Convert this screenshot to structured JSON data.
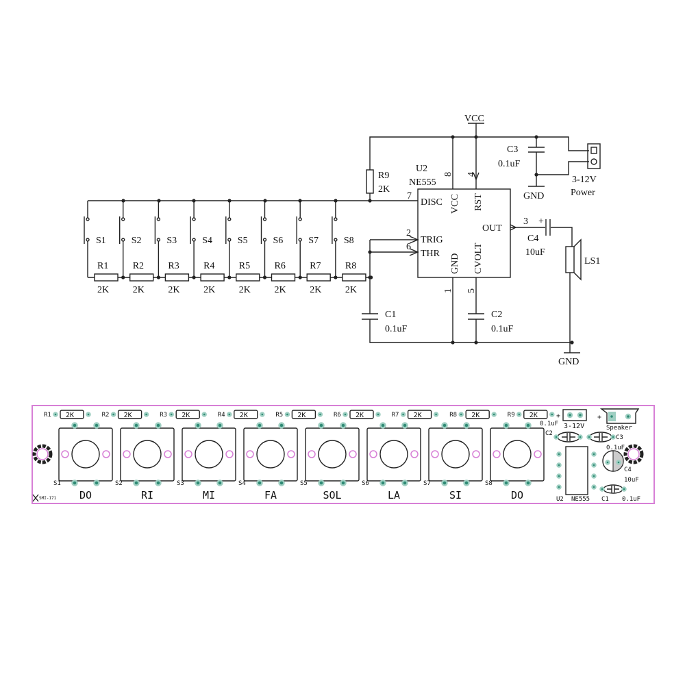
{
  "schematic": {
    "vcc_label": "VCC",
    "gnd_label": "GND",
    "switches": [
      "S1",
      "S2",
      "S3",
      "S4",
      "S5",
      "S6",
      "S7",
      "S8"
    ],
    "resistors": [
      {
        "ref": "R1",
        "value": "2K"
      },
      {
        "ref": "R2",
        "value": "2K"
      },
      {
        "ref": "R3",
        "value": "2K"
      },
      {
        "ref": "R4",
        "value": "2K"
      },
      {
        "ref": "R5",
        "value": "2K"
      },
      {
        "ref": "R6",
        "value": "2K"
      },
      {
        "ref": "R7",
        "value": "2K"
      },
      {
        "ref": "R8",
        "value": "2K"
      }
    ],
    "r9": {
      "ref": "R9",
      "value": "2K"
    },
    "ic": {
      "ref": "U2",
      "part": "NE555",
      "pins": {
        "disc": "DISC",
        "vcc": "VCC",
        "rst": "RST",
        "trig": "TRIG",
        "thr": "THR",
        "out": "OUT",
        "gnd": "GND",
        "cvolt": "CVOLT"
      },
      "pin_numbers": {
        "disc": "7",
        "vcc": "8",
        "rst": "4",
        "trig": "2",
        "thr": "6",
        "out": "3",
        "gnd": "1",
        "cvolt": "5"
      }
    },
    "c1": {
      "ref": "C1",
      "value": "0.1uF"
    },
    "c2": {
      "ref": "C2",
      "value": "0.1uF"
    },
    "c3": {
      "ref": "C3",
      "value": "0.1uF"
    },
    "c4": {
      "ref": "C4",
      "value": "10uF",
      "polarity": "+"
    },
    "speaker": {
      "ref": "LS1"
    },
    "power": {
      "voltage": "3-12V",
      "label": "Power"
    }
  },
  "pcb": {
    "outline_color": "#d77fd6",
    "pad_color": "#2e8a74",
    "resistors": [
      {
        "ref": "R1",
        "value": "2K"
      },
      {
        "ref": "R2",
        "value": "2K"
      },
      {
        "ref": "R3",
        "value": "2K"
      },
      {
        "ref": "R4",
        "value": "2K"
      },
      {
        "ref": "R5",
        "value": "2K"
      },
      {
        "ref": "R6",
        "value": "2K"
      },
      {
        "ref": "R7",
        "value": "2K"
      },
      {
        "ref": "R8",
        "value": "2K"
      },
      {
        "ref": "R9",
        "value": "2K"
      }
    ],
    "keys": [
      {
        "ref": "S1",
        "note": "DO"
      },
      {
        "ref": "S2",
        "note": "RI"
      },
      {
        "ref": "S3",
        "note": "MI"
      },
      {
        "ref": "S4",
        "note": "FA"
      },
      {
        "ref": "S5",
        "note": "SOL"
      },
      {
        "ref": "S6",
        "note": "LA"
      },
      {
        "ref": "S7",
        "note": "SI"
      },
      {
        "ref": "S8",
        "note": "DO"
      }
    ],
    "power_label": "3-12V",
    "speaker_label": "Speaker",
    "plus": "+",
    "c2": {
      "ref": "C2",
      "value": "0.1uF"
    },
    "c3": {
      "ref": "C3",
      "value": "0.1uF"
    },
    "c4": {
      "ref": "C4",
      "value": "10uF"
    },
    "c1": {
      "ref": "C1",
      "value": "0.1uF"
    },
    "u2": {
      "ref": "U2",
      "part": "NE555"
    },
    "board_id": "SMI-171"
  }
}
